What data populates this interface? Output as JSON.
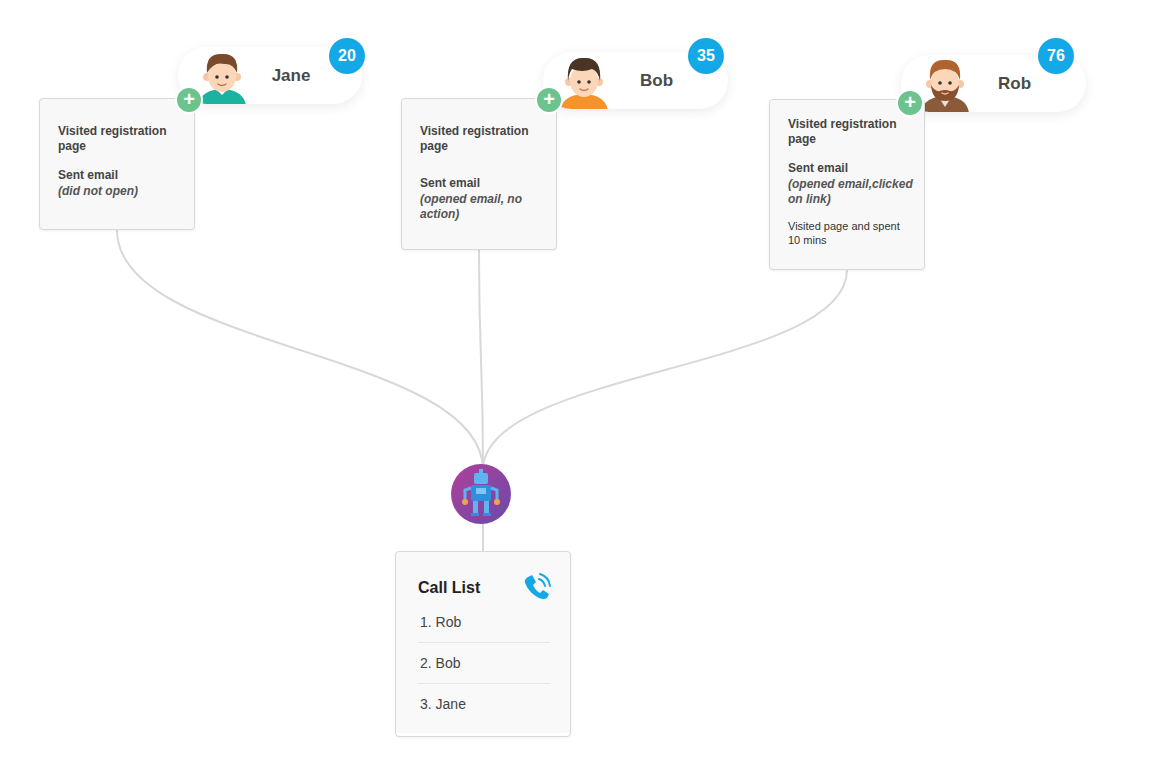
{
  "diagram": {
    "nodes": [
      {
        "text": [
          "Jane"
        ]
      },
      {
        "text": [
          "20"
        ],
        "in": 0
      },
      {
        "text": [
          "+"
        ]
      },
      {
        "text": [
          "Visited registration page",
          "Sent email",
          "(did not open)"
        ]
      },
      {
        "text": [
          "Bob"
        ]
      },
      {
        "text": [
          "35"
        ],
        "in": 4
      },
      {
        "text": [
          "+"
        ]
      },
      {
        "text": [
          "Visited registration page",
          "Sent email",
          "(opened email, no action)"
        ]
      },
      {
        "text": [
          "Rob"
        ]
      },
      {
        "text": [
          "76"
        ],
        "in": 8
      },
      {
        "text": [
          "+"
        ]
      },
      {
        "text": [
          "Visited registration page",
          "Sent email",
          "(opened email,clicked on link)",
          "Visited page and spent 10 mins"
        ]
      },
      {
        "text": [
          "Call List",
          "1. Rob",
          "2. Bob",
          "3. Jane"
        ]
      }
    ],
    "edges": [
      {
        "from": 3,
        "to": 12,
        "arrow": "none"
      },
      {
        "from": 7,
        "to": 12,
        "arrow": "none"
      },
      {
        "from": 11,
        "to": 12,
        "arrow": "none"
      }
    ]
  }
}
